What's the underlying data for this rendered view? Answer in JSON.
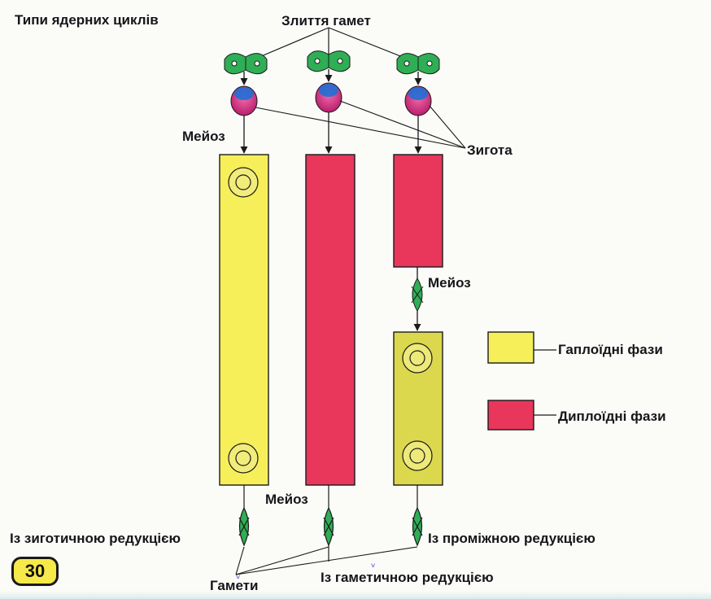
{
  "title": "Типи ядерних циклів",
  "labels": {
    "gamete_fusion": "Злиття гамет",
    "zygote": "Зигота",
    "meiosis": "Мейоз",
    "zygotic": "Із зиготичною редукцією",
    "intermediate": "Із проміжною редукцією",
    "gametic": "Із гаметичною редукцією",
    "gametes": "Гамети"
  },
  "legend": {
    "haploid": "Гаплоїдні фази",
    "diploid": "Диплоїдні фази"
  },
  "page_number": "30",
  "colors": {
    "haploid": "#f6ef5a",
    "haploid_dark": "#dcd84e",
    "diploid": "#e8375a",
    "gamete_green": "#2fae55",
    "zygote_blue": "#1f6fd6",
    "zygote_pink": "#dd3a8e"
  }
}
